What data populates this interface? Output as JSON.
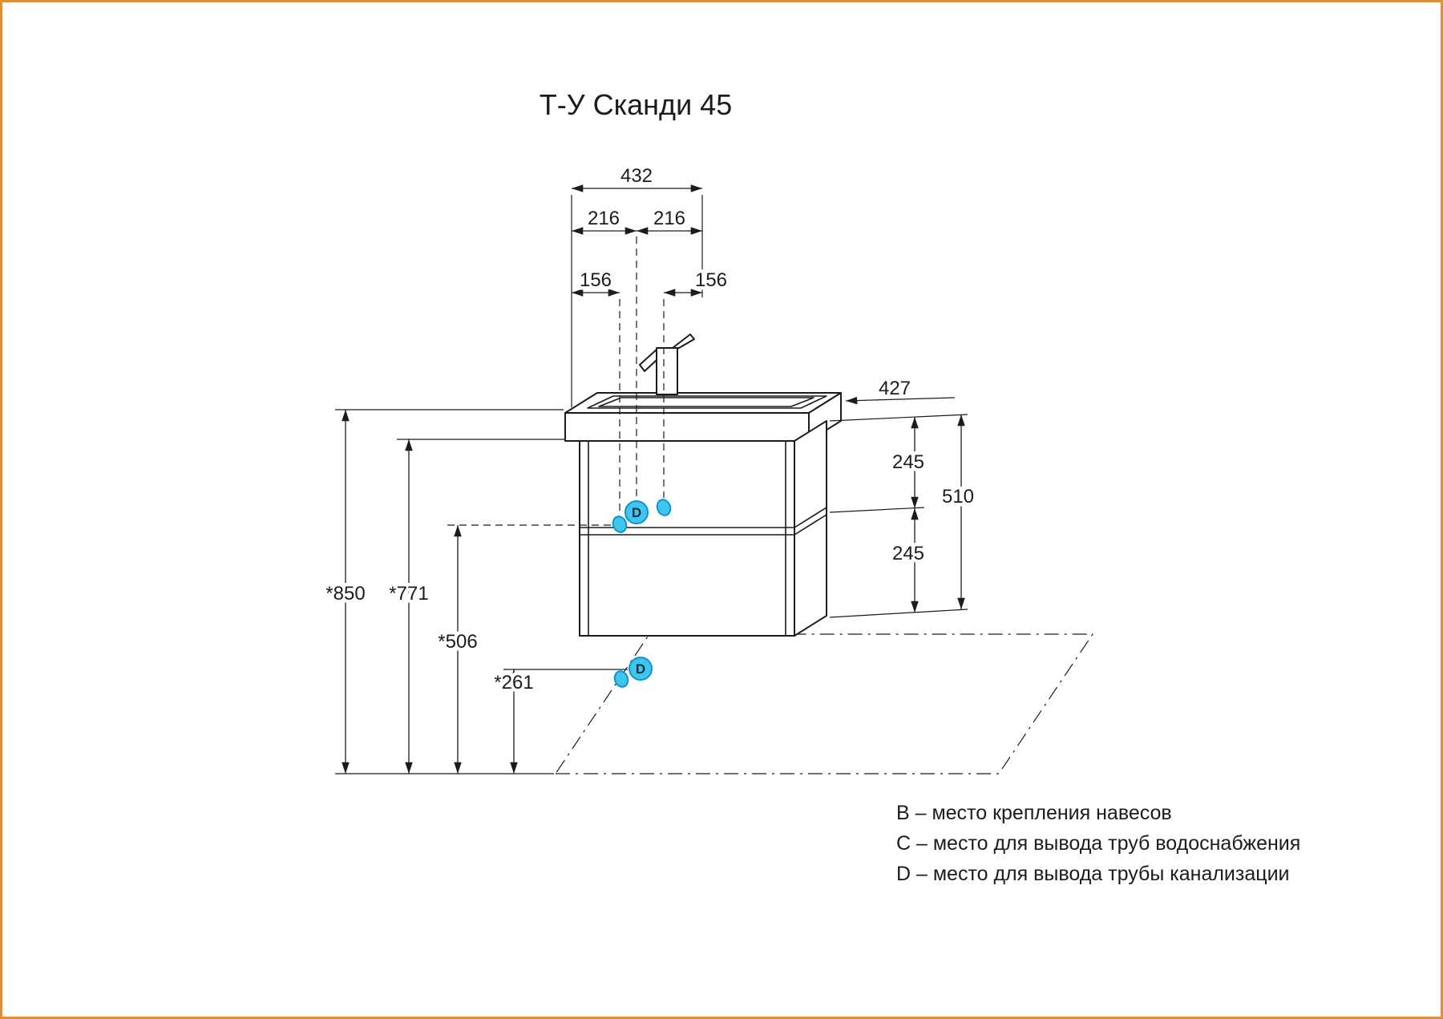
{
  "title": "Т-У Сканди 45",
  "colors": {
    "line": "#1c1c1c",
    "frame_border": "#dd8f3c",
    "marker_fill": "#3fc6f0",
    "marker_stroke": "#1193c9",
    "background": "#ffffff"
  },
  "dimensions": {
    "width_total": "432",
    "width_half_left": "216",
    "width_half_right": "216",
    "offset_left": "156",
    "offset_right": "156",
    "depth": "427",
    "drawer_upper": "245",
    "drawer_lower": "245",
    "cabinet_height": "510",
    "height_total": "*850",
    "height_worktop": "*771",
    "height_water_supply": "*506",
    "height_drain": "*261"
  },
  "markers": {
    "drain_middle": "D",
    "drain_bottom": "D"
  },
  "legend": [
    "B – место крепления навесов",
    "C – место для вывода труб водоснабжения",
    "D – место для вывода трубы канализации"
  ]
}
